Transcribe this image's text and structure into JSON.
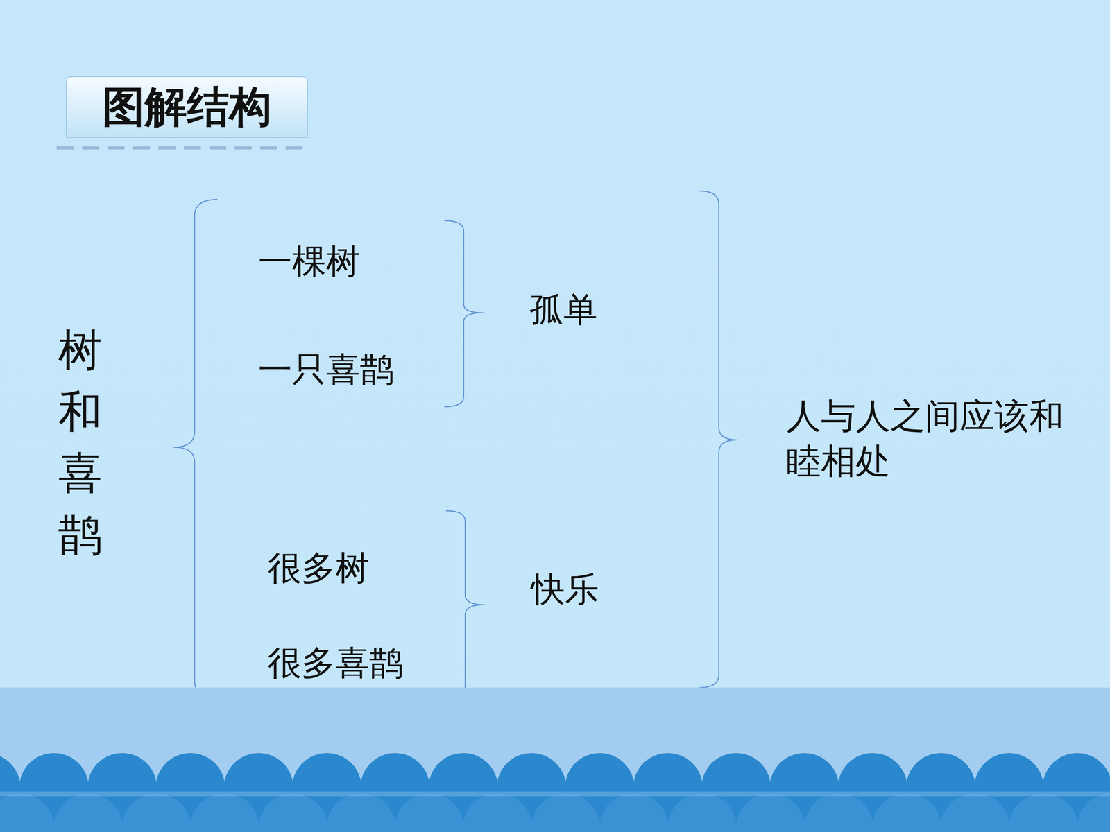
{
  "diagram": {
    "title": "图解结构",
    "labels": [
      "树和喜鹊",
      "一棵树",
      "一只喜鹊",
      "孤单",
      "很多树",
      "很多喜鹊",
      "快乐",
      "人与人之间应该和睦相处"
    ]
  }
}
